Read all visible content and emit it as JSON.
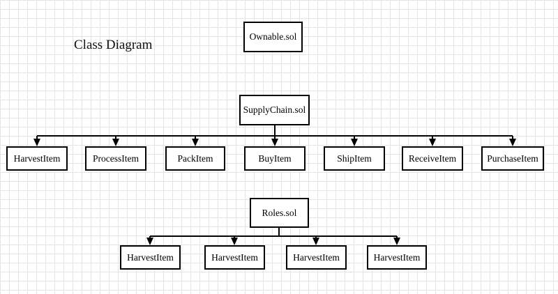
{
  "title": "Class Diagram",
  "nodes": {
    "ownable": "Ownable.sol",
    "supply_chain": "SupplyChain.sol",
    "roles": "Roles.sol"
  },
  "supply_chain_children": [
    "HarvestItem",
    "ProcessItem",
    "PackItem",
    "BuyItem",
    "ShipItem",
    "ReceiveItem",
    "PurchaseItem"
  ],
  "roles_children": [
    "HarvestItem",
    "HarvestItem",
    "HarvestItem",
    "HarvestItem"
  ]
}
